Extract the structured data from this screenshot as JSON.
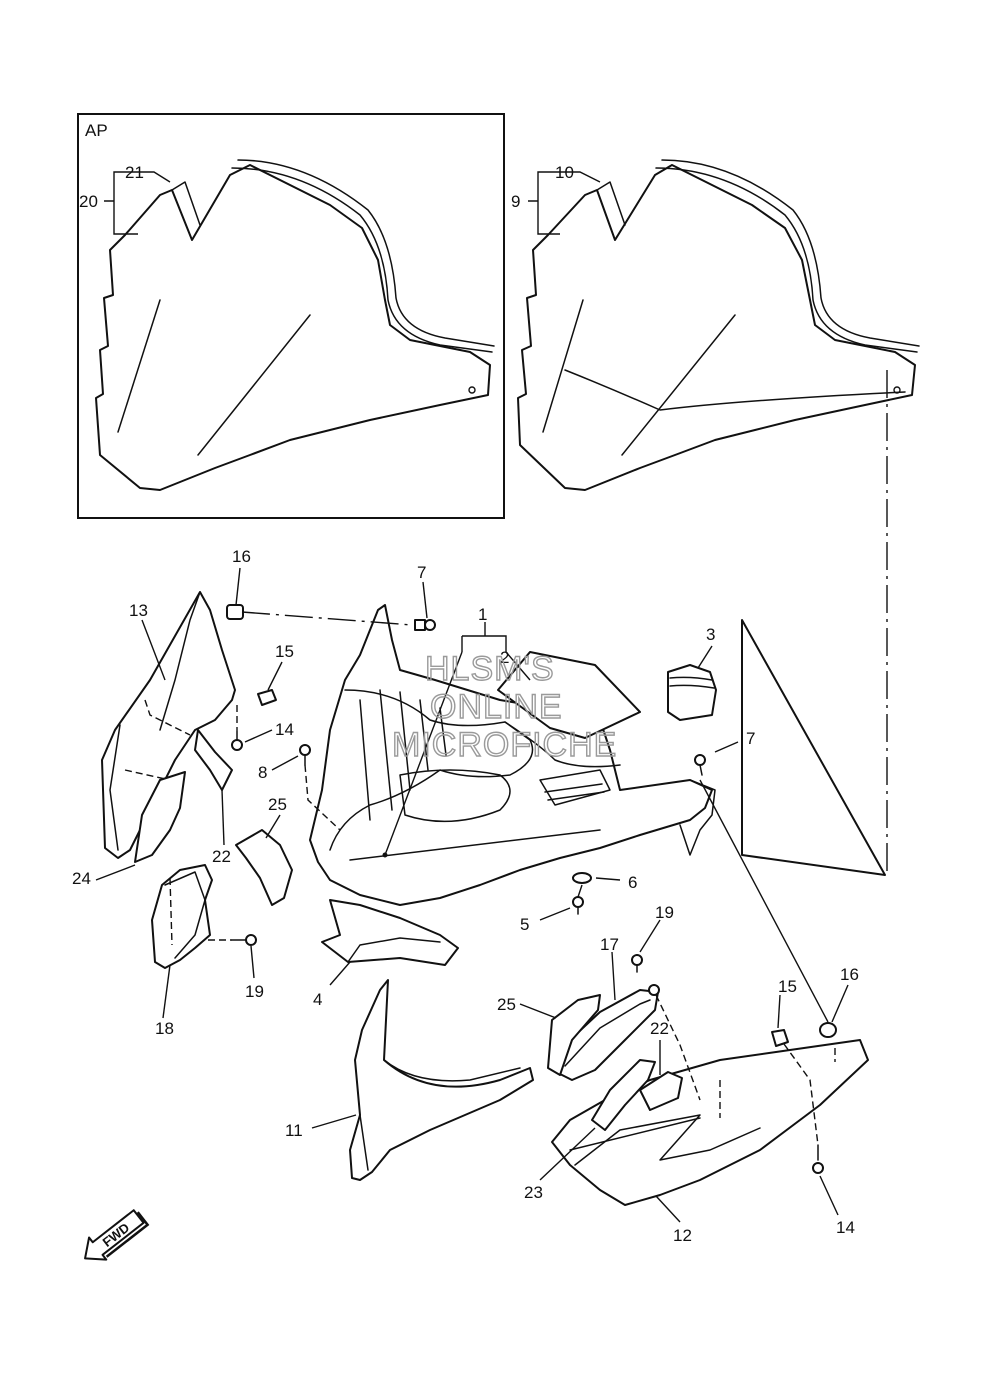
{
  "diagram": {
    "inset_label": "AP",
    "watermark": [
      "HLSM'S",
      "ONLINE",
      "MICROFICHE"
    ],
    "direction_label": "FWD",
    "callouts": {
      "c1": "1",
      "c2": "2",
      "c3": "3",
      "c4": "4",
      "c5": "5",
      "c6": "6",
      "c7a": "7",
      "c7b": "7",
      "c8": "8",
      "c9": "9",
      "c10": "10",
      "c11": "11",
      "c12": "12",
      "c13": "13",
      "c14a": "14",
      "c14b": "14",
      "c15a": "15",
      "c15b": "15",
      "c16a": "16",
      "c16b": "16",
      "c17": "17",
      "c18": "18",
      "c19a": "19",
      "c19b": "19",
      "c20": "20",
      "c21": "21",
      "c22a": "22",
      "c22b": "22",
      "c23": "23",
      "c24": "24",
      "c25a": "25",
      "c25b": "25"
    }
  }
}
